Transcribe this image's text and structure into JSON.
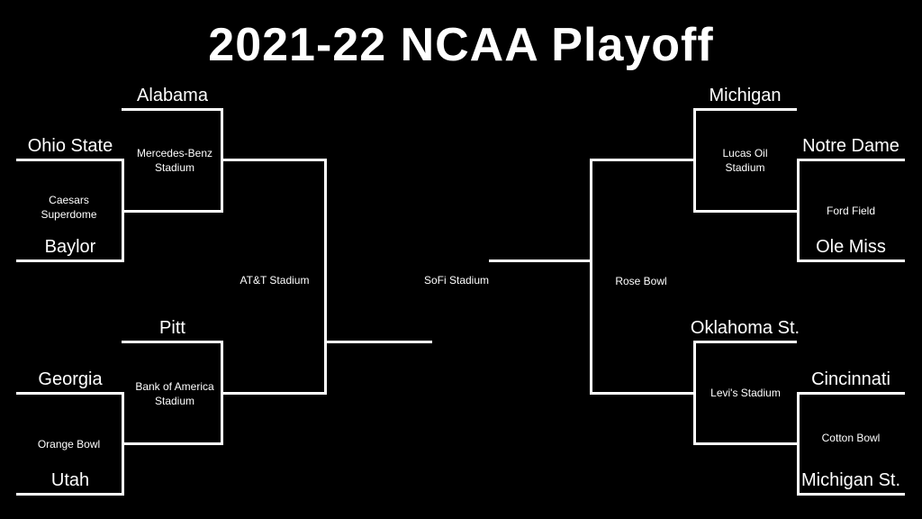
{
  "title": "2021-22 NCAA Playoff",
  "colors": {
    "background": "#000000",
    "lines": "#ffffff",
    "text": "#ffffff"
  },
  "bracket": {
    "left": {
      "top": {
        "bye_team": "Alabama",
        "quarterfinal_stadium": "Mercedes-Benz Stadium",
        "team1": "Ohio State",
        "team2": "Baylor",
        "first_round_stadium": "Caesars Superdome"
      },
      "bottom": {
        "bye_team": "Pitt",
        "quarterfinal_stadium": "Bank of America Stadium",
        "team1": "Georgia",
        "team2": "Utah",
        "first_round_stadium": "Orange Bowl"
      },
      "semifinal_stadium": "AT&T Stadium"
    },
    "championship_stadium": "SoFi Stadium",
    "right": {
      "top": {
        "bye_team": "Michigan",
        "quarterfinal_stadium": "Lucas Oil Stadium",
        "team1": "Notre Dame",
        "team2": "Ole Miss",
        "first_round_stadium": "Ford Field"
      },
      "bottom": {
        "bye_team": "Oklahoma St.",
        "quarterfinal_stadium": "Levi's Stadium",
        "team1": "Cincinnati",
        "team2": "Michigan St.",
        "first_round_stadium": "Cotton Bowl"
      },
      "semifinal_stadium": "Rose Bowl"
    }
  }
}
